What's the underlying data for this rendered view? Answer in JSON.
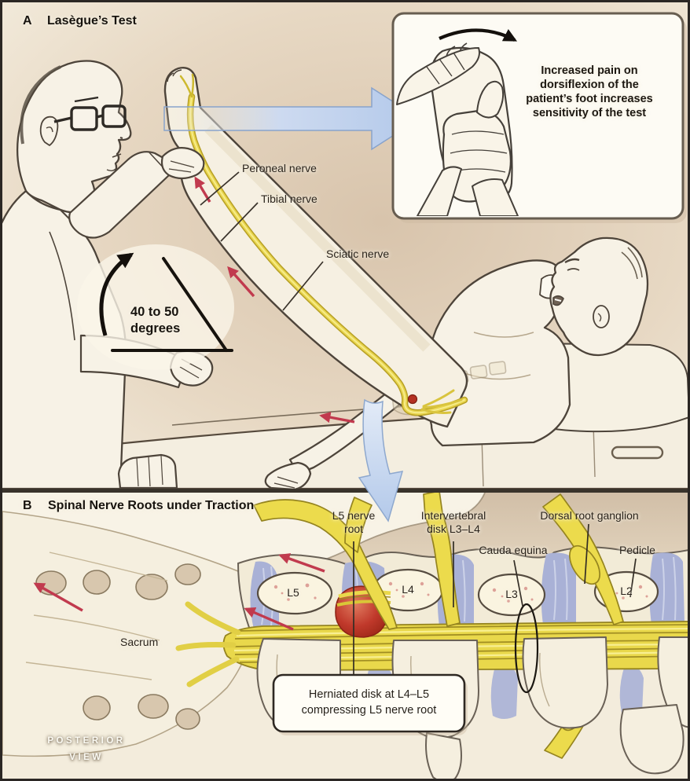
{
  "panel_a": {
    "label": "A",
    "title": "Lasègue’s Test",
    "angle_label": "40 to 50\ndegrees",
    "nerve_labels": {
      "peroneal": "Peroneal nerve",
      "tibial": "Tibial nerve",
      "sciatic": "Sciatic nerve"
    },
    "inset": {
      "caption": "Increased pain on\ndorsiflexion of the\npatient’s foot increases\nsensitivity of the test"
    }
  },
  "panel_b": {
    "label": "B",
    "title": "Spinal Nerve Roots under Traction",
    "labels": {
      "l5_nerve_root": "L5 nerve\nroot",
      "intervertebral_disk": "Intervertebral\ndisk L3–L4",
      "cauda_equina": "Cauda equina",
      "dorsal_root_ganglion": "Dorsal root ganglion",
      "pedicle": "Pedicle",
      "sacrum": "Sacrum"
    },
    "vertebrae": [
      "L5",
      "L4",
      "L3",
      "L2"
    ],
    "callout": "Herniated disk at L4–L5\ncompressing L5 nerve root",
    "watermark": "POSTERIOR\nVIEW"
  },
  "colors": {
    "nerve_yellow": "#e8d44d",
    "pointer_arrow_blue": "#b9cdec",
    "traction_arrow_red": "#c13a4e",
    "herniation_red": "#c0392b",
    "ligament_blue": "#a9b1d6",
    "ink": "#4d443a",
    "background_cream": "#f2ebdc"
  }
}
